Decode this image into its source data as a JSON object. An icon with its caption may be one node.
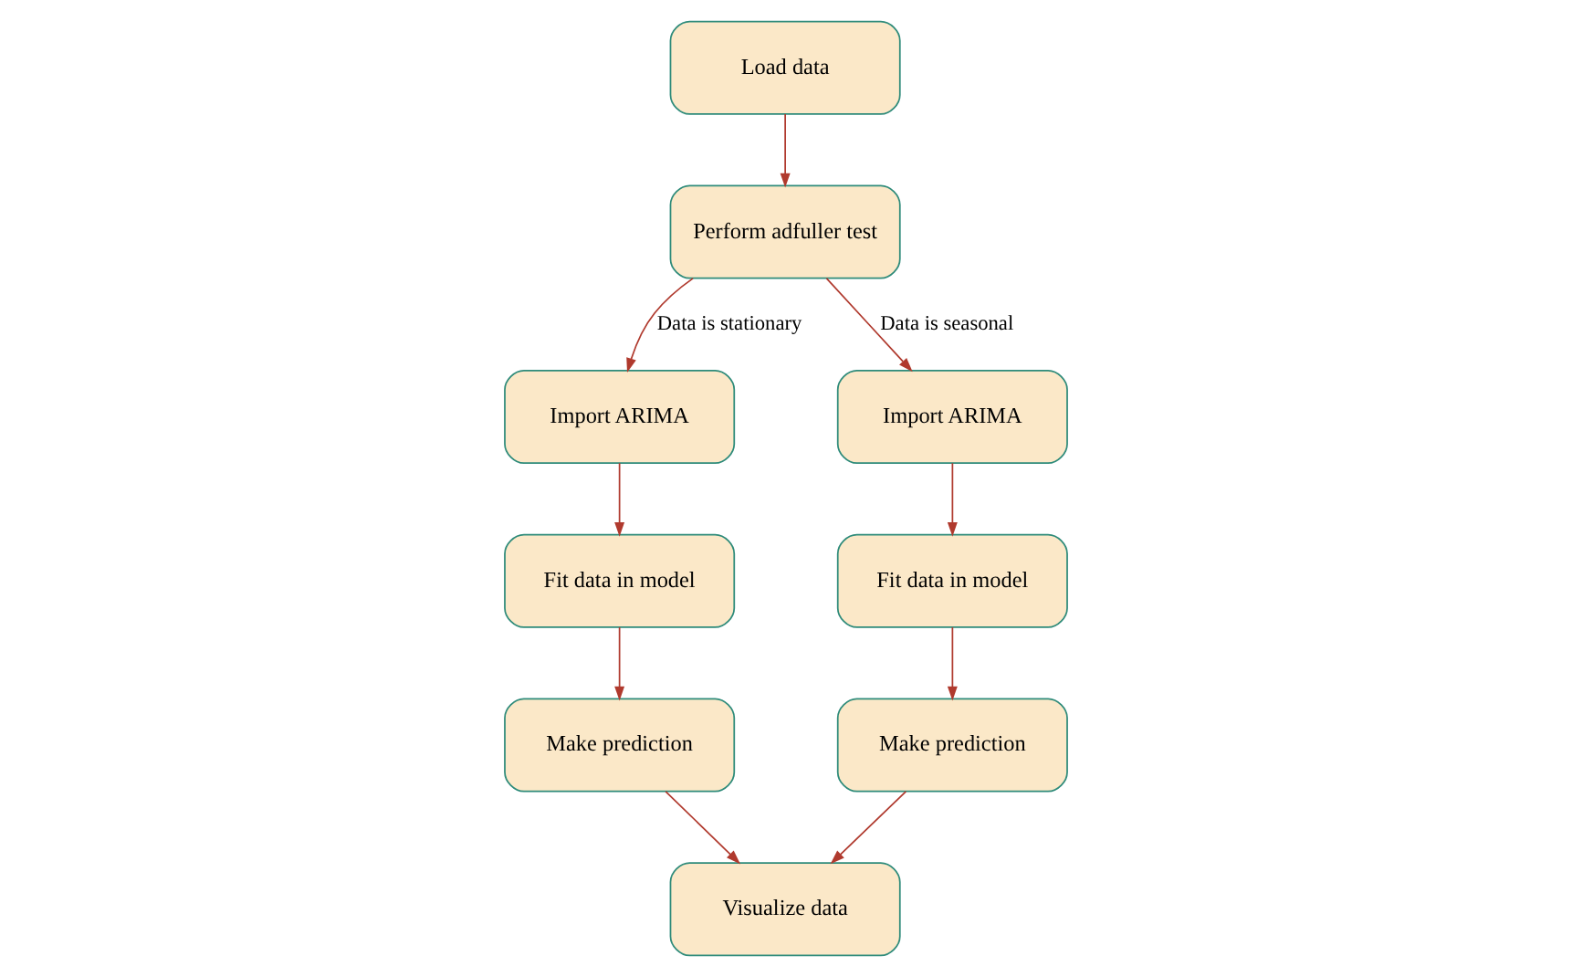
{
  "diagram": {
    "nodes": [
      {
        "text": [
          "Load data"
        ]
      },
      {
        "text": [
          "Perform adfuller test"
        ]
      },
      {
        "text": [
          "Import ARIMA"
        ]
      },
      {
        "text": [
          "Fit data in model"
        ]
      },
      {
        "text": [
          "Make prediction"
        ]
      },
      {
        "text": [
          "Import ARIMA"
        ]
      },
      {
        "text": [
          "Fit data in model"
        ]
      },
      {
        "text": [
          "Make prediction"
        ]
      },
      {
        "text": [
          "Visualize data"
        ]
      }
    ],
    "edges": [
      {
        "from": 0,
        "to": 1,
        "arrow": "to"
      },
      {
        "from": 1,
        "to": 2,
        "arrow": "to",
        "label": "Data is stationary"
      },
      {
        "from": 1,
        "to": 5,
        "arrow": "to",
        "label": "Data is seasonal"
      },
      {
        "from": 2,
        "to": 3,
        "arrow": "to"
      },
      {
        "from": 3,
        "to": 4,
        "arrow": "to"
      },
      {
        "from": 5,
        "to": 6,
        "arrow": "to"
      },
      {
        "from": 6,
        "to": 7,
        "arrow": "to"
      },
      {
        "from": 4,
        "to": 8,
        "arrow": "to"
      },
      {
        "from": 7,
        "to": 8,
        "arrow": "to"
      }
    ]
  }
}
